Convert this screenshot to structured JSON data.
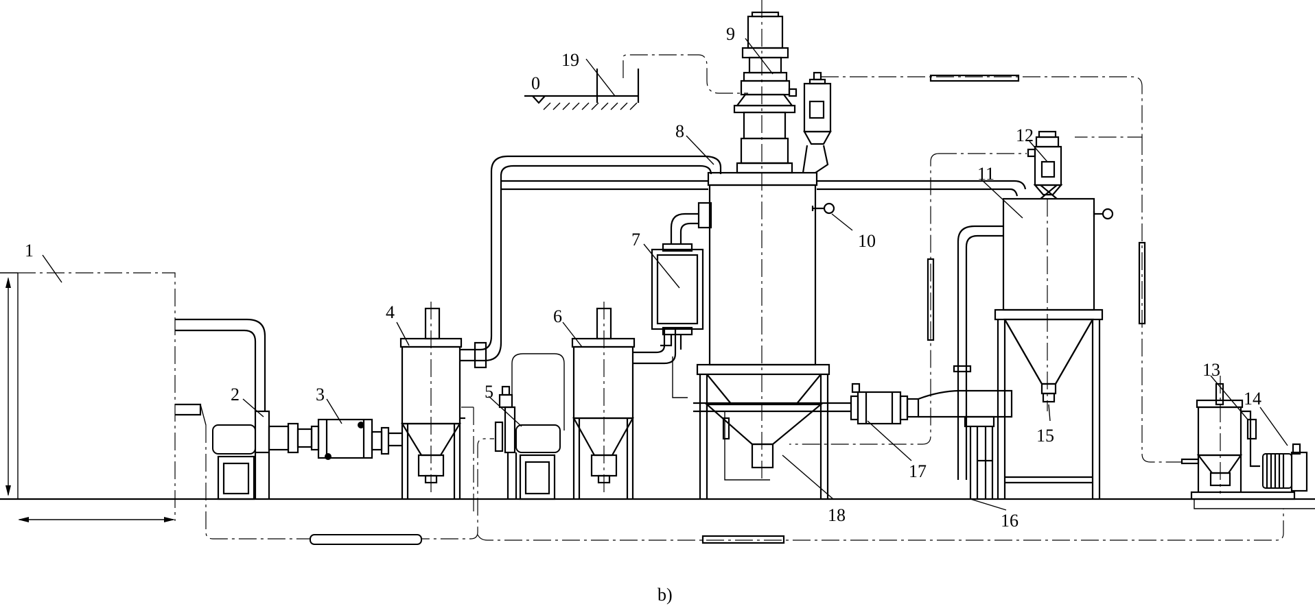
{
  "figure": {
    "caption": "b)",
    "ground_label": "0",
    "component_labels": [
      "1",
      "2",
      "3",
      "4",
      "5",
      "6",
      "7",
      "8",
      "9",
      "10",
      "11",
      "12",
      "13",
      "14",
      "15",
      "16",
      "17",
      "18",
      "19"
    ]
  }
}
